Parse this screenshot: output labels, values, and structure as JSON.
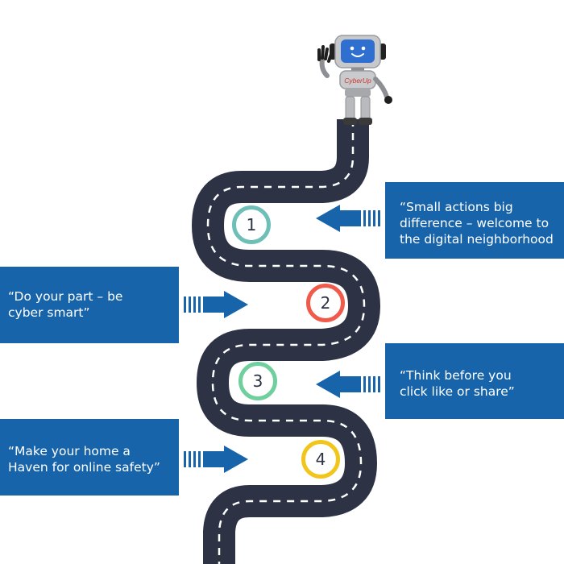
{
  "callouts": [
    {
      "text": "“Small actions big\ndifference – welcome to\nthe digital neighborhood",
      "side": "right"
    },
    {
      "text": "“Do your part – be\n cyber smart”",
      "side": "left"
    },
    {
      "text": "“Think before you\nclick like or share”",
      "side": "right"
    },
    {
      "text": "“Make your home a\nHaven for online safety”",
      "side": "left"
    }
  ],
  "steps": [
    {
      "number": "1",
      "color": "#6fbfb9"
    },
    {
      "number": "2",
      "color": "#f15a4a"
    },
    {
      "number": "3",
      "color": "#6fcf9d"
    },
    {
      "number": "4",
      "color": "#f2c51b"
    }
  ],
  "mascot": {
    "badge_text": "CyberUp",
    "icon": "robot-mascot-icon"
  },
  "colors": {
    "road": "#2d3245",
    "road_dash": "#ffffff",
    "callout": "#1764ab"
  }
}
